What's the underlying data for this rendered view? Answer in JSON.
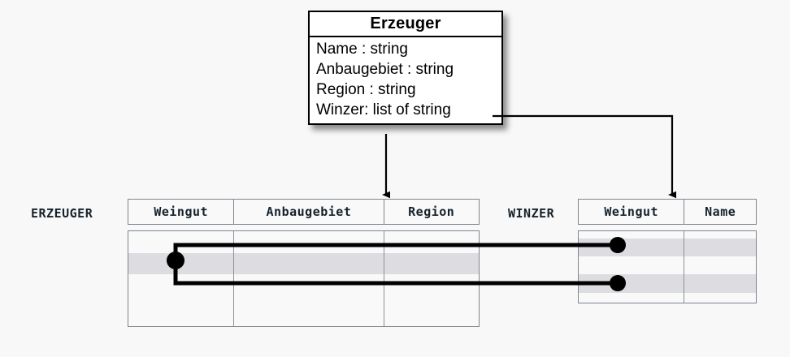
{
  "diagram": {
    "background_color": "#f8f8f8",
    "uml_class": {
      "name": "Erzeuger",
      "attributes": [
        "Name : string",
        "Anbaugebiet : string",
        "Region : string",
        "Winzer: list of string"
      ]
    },
    "tables": [
      {
        "label": "ERZEUGER",
        "columns": [
          "Weingut",
          "Anbaugebiet",
          "Region"
        ],
        "row_count": 4,
        "shaded_rows": [
          2
        ]
      },
      {
        "label": "WINZER",
        "columns": [
          "Weingut",
          "Name"
        ],
        "row_count": 3,
        "shaded_rows": [
          1,
          3
        ]
      }
    ],
    "connectors": {
      "line_color": "#000000",
      "mapping_note_name": "winzer-list-mapping"
    },
    "colors": {
      "table_border": "#7d868e",
      "row_shade": "#dcdce1",
      "cell_background": "#f9f9fa",
      "uml_border": "#000000",
      "text": "#16222b"
    }
  }
}
